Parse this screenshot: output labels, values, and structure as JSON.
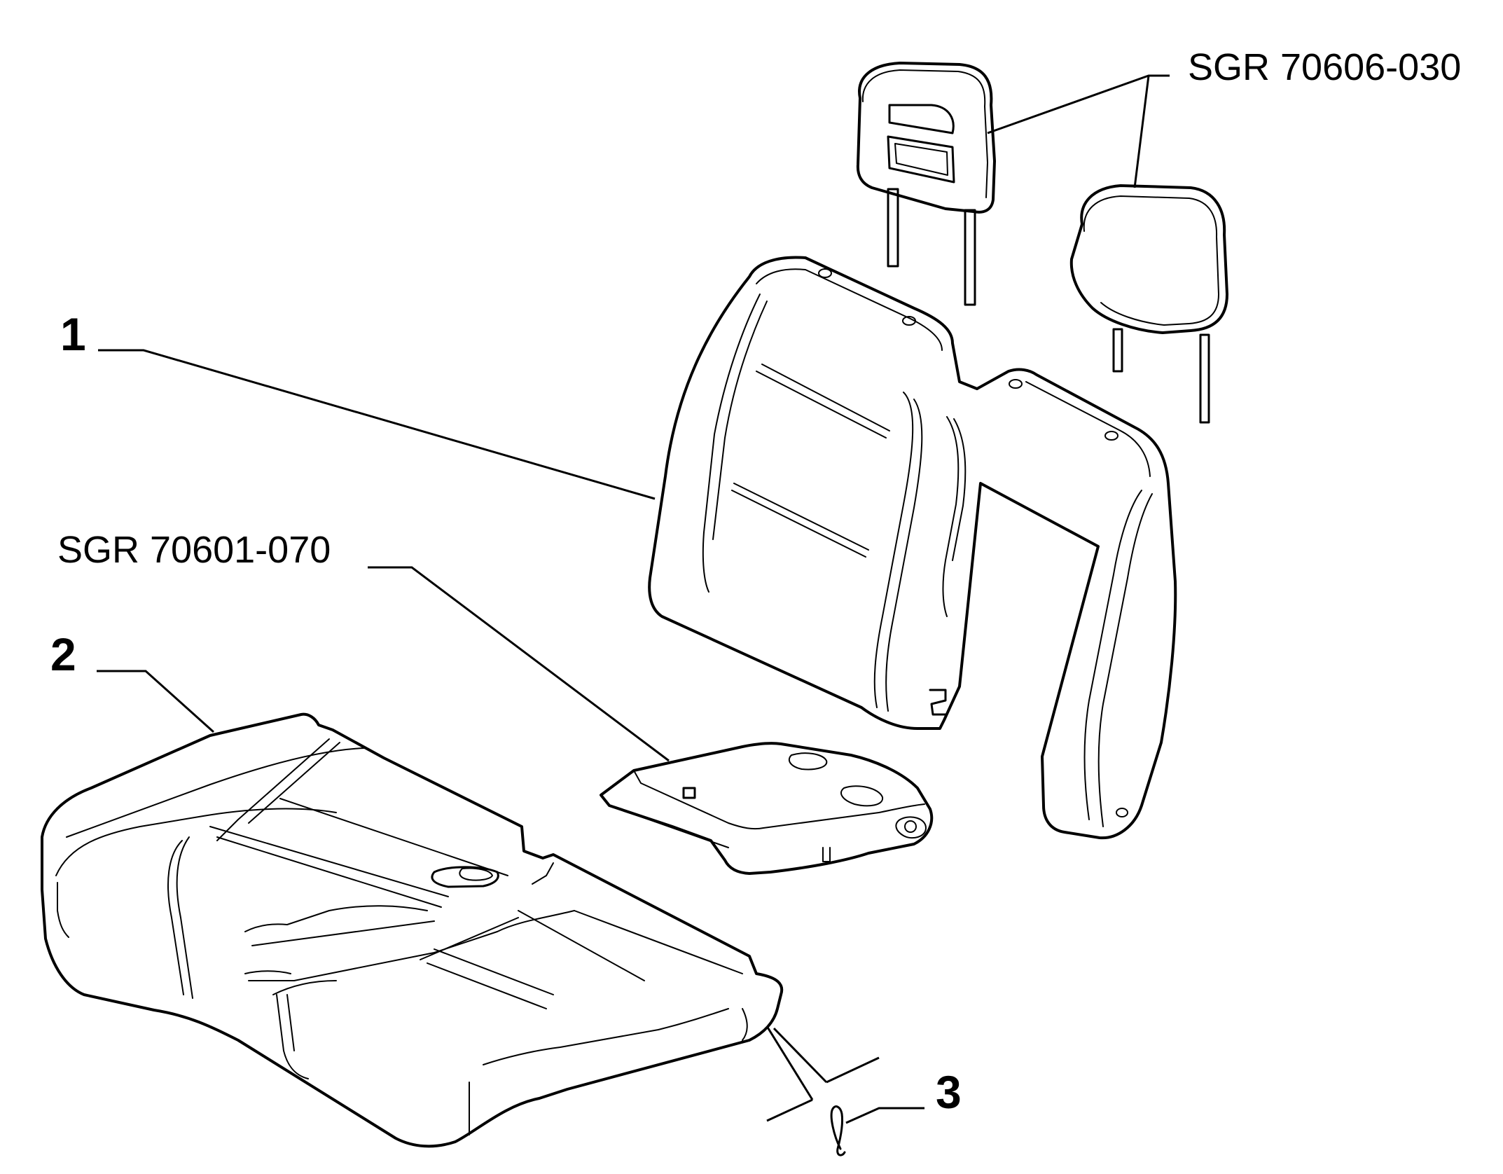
{
  "callouts": {
    "backrest_ref": "1",
    "cushion_ref": "2",
    "clip_ref": "3",
    "headrest_code": "SGR 70606-030",
    "armrest_code": "SGR 70601-070"
  }
}
